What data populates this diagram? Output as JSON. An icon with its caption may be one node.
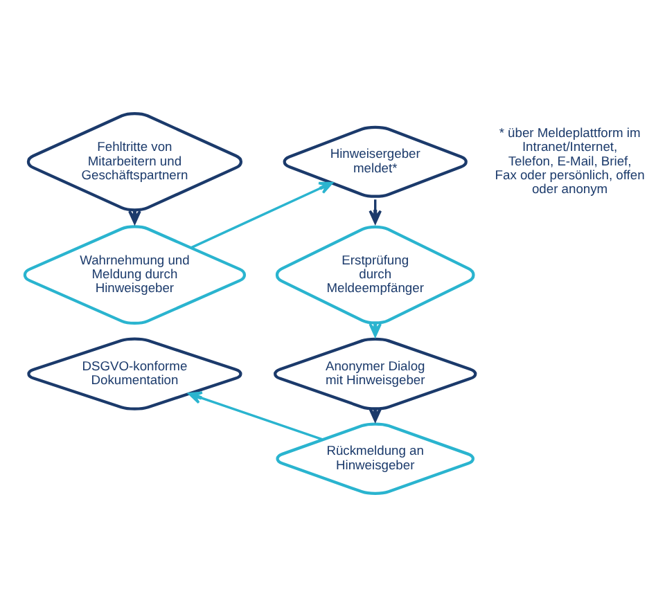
{
  "diagram": {
    "nodes": [
      {
        "text": [
          "Fehltritte von Mitarbeitern und Geschäftspartnern"
        ]
      },
      {
        "text": [
          "Wahrnehmung und Meldung durch Hinweisgeber"
        ]
      },
      {
        "text": [
          "Hinweisergeber meldet*"
        ]
      },
      {
        "text": [
          "Erstprüfung durch Meldeempfänger"
        ]
      },
      {
        "text": [
          "Anonymer Dialog mit Hinweisgeber"
        ]
      },
      {
        "text": [
          "Rückmeldung an Hinweisgeber"
        ]
      },
      {
        "text": [
          "DSGVO-konforme Dokumentation"
        ]
      }
    ],
    "edges": [
      {
        "from": 0,
        "to": 1,
        "arrow": "to",
        "color": "#1b3a6b"
      },
      {
        "from": 1,
        "to": 2,
        "arrow": "to",
        "color": "#2ab4cf"
      },
      {
        "from": 2,
        "to": 3,
        "arrow": "to",
        "color": "#1b3a6b"
      },
      {
        "from": 3,
        "to": 4,
        "arrow": "to",
        "color": "#2ab4cf"
      },
      {
        "from": 4,
        "to": 5,
        "arrow": "to",
        "color": "#1b3a6b"
      },
      {
        "from": 5,
        "to": 6,
        "arrow": "to",
        "color": "#2ab4cf"
      }
    ],
    "labels": [
      "* über Meldeplattform im Intranet/Internet, Telefon, E-Mail, Brief, Fax oder persönlich, offen oder anonym"
    ]
  }
}
